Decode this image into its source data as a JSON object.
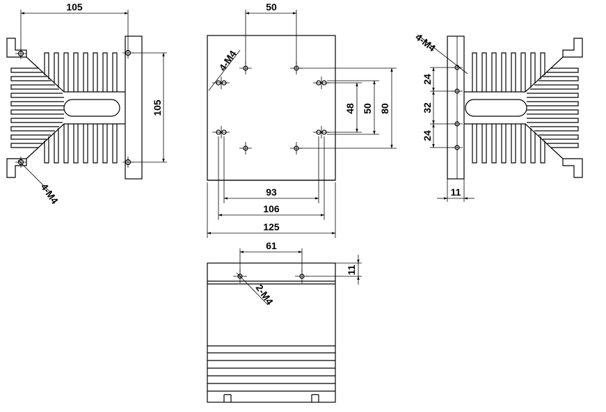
{
  "left_view": {
    "dim_top": "105",
    "dim_right": "105",
    "note": "4-M4"
  },
  "top_view": {
    "dim_top": "50",
    "note": "4-M4",
    "dim_48": "48",
    "dim_50": "50",
    "dim_80": "80",
    "dim_93": "93",
    "dim_106": "106",
    "dim_125": "125"
  },
  "right_view": {
    "note": "4-M4",
    "dim_24_top": "24",
    "dim_32": "32",
    "dim_24_bottom": "24",
    "dim_11": "11"
  },
  "front_view": {
    "dim_61": "61",
    "dim_11": "11",
    "note": "2-M4"
  }
}
